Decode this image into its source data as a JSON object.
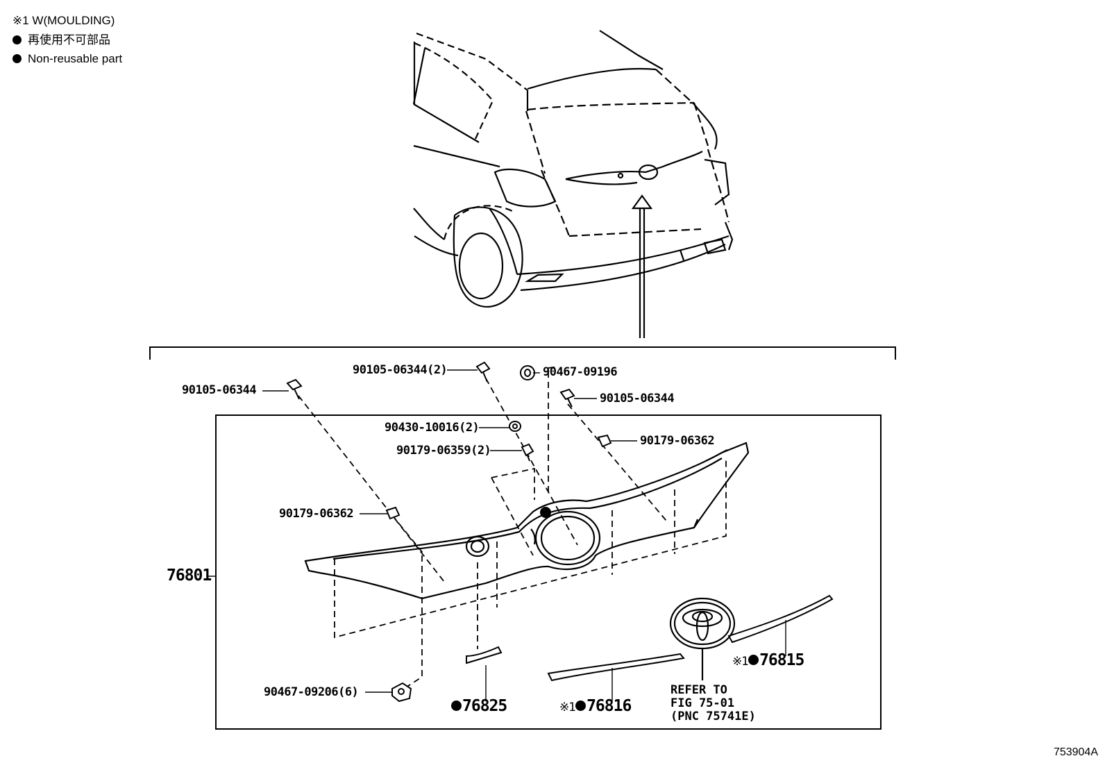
{
  "legend": {
    "note": "※1 W(MOULDING)",
    "non_reusable_ja": "再使用不可部品",
    "non_reusable_en": "Non-reusable part"
  },
  "callouts": {
    "bolt_left": "90105-06344",
    "bolt_center": "90105-06344(2)",
    "grommet_top": "90467-09196",
    "bolt_right": "90105-06344",
    "washer": "90430-10016(2)",
    "nut_center": "90179-06359(2)",
    "nut_right": "90179-06362",
    "nut_left": "90179-06362",
    "garnish": "76801",
    "clip_bottom": "90467-09206(6)",
    "cover": "76825",
    "moulding_lower": "76816",
    "moulding_upper": "76815",
    "mark_1": "※1"
  },
  "emblem_ref": {
    "line1": "REFER TO",
    "line2": "FIG 75-01",
    "line3": "(PNC 75741E)"
  },
  "figure_id": "753904A"
}
